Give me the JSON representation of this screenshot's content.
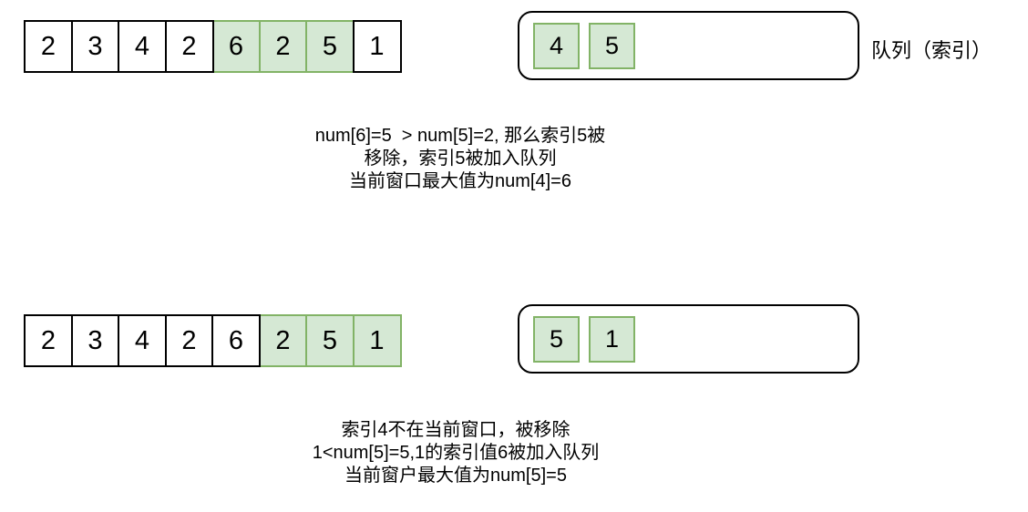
{
  "colors": {
    "green_fill": "#d5e8d4",
    "green_stroke": "#82b366",
    "outline": "#000000"
  },
  "queue_label": "队列（索引）",
  "sections": [
    {
      "name": "step-1",
      "array": [
        {
          "value": "2",
          "highlight": false
        },
        {
          "value": "3",
          "highlight": false
        },
        {
          "value": "4",
          "highlight": false
        },
        {
          "value": "2",
          "highlight": false
        },
        {
          "value": "6",
          "highlight": true
        },
        {
          "value": "2",
          "highlight": true
        },
        {
          "value": "5",
          "highlight": true
        },
        {
          "value": "1",
          "highlight": false
        }
      ],
      "queue_items": [
        "4",
        "5"
      ],
      "caption_lines": [
        "num[6]=5  > num[5]=2, 那么索引5被",
        "移除，索引5被加入队列",
        "当前窗口最大值为num[4]=6"
      ]
    },
    {
      "name": "step-2",
      "array": [
        {
          "value": "2",
          "highlight": false
        },
        {
          "value": "3",
          "highlight": false
        },
        {
          "value": "4",
          "highlight": false
        },
        {
          "value": "2",
          "highlight": false
        },
        {
          "value": "6",
          "highlight": false
        },
        {
          "value": "2",
          "highlight": true
        },
        {
          "value": "5",
          "highlight": true
        },
        {
          "value": "1",
          "highlight": true
        }
      ],
      "queue_items": [
        "5",
        "1"
      ],
      "caption_lines": [
        "索引4不在当前窗口，被移除",
        "1<num[5]=5,1的索引值6被加入队列",
        "当前窗户最大值为num[5]=5"
      ]
    }
  ]
}
